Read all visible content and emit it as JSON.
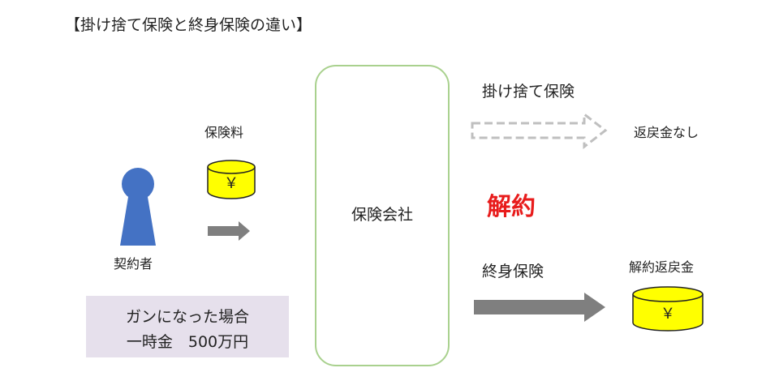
{
  "title": "【掛け捨て保険と終身保険の違い】",
  "company": {
    "label": "保険会社"
  },
  "contractor": {
    "label": "契約者"
  },
  "premium": {
    "label": "保険料",
    "coin_symbol": "￥"
  },
  "cancer_payout": {
    "line1": "ガンになった場合",
    "line2": "一時金　500万円"
  },
  "term_insurance": {
    "label": "掛け捨て保険",
    "result": "返戻金なし"
  },
  "surrender": {
    "label": "解約"
  },
  "whole_life": {
    "label": "終身保険",
    "result": "解約返戻金",
    "coin_symbol": "￥"
  },
  "colors": {
    "person": "#4472c4",
    "coin": "#ffff00",
    "arrow": "#7f7f7f",
    "dashed_arrow": "#bfbfbf",
    "company_border": "#a9d18e",
    "panel": "#e6e0ec",
    "accent_red": "#e81c1c"
  }
}
